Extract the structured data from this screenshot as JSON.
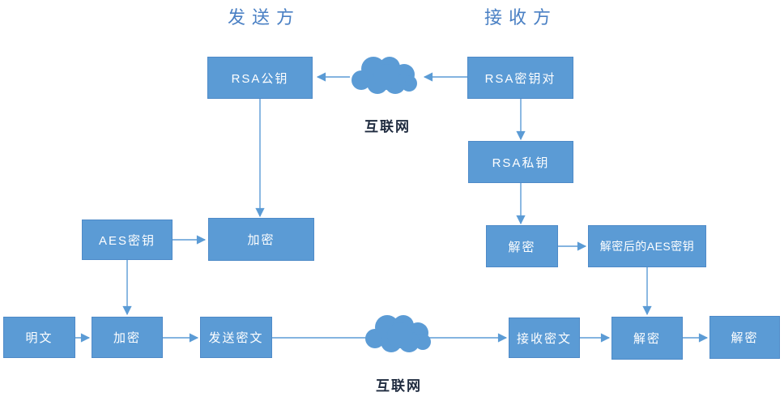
{
  "diagram": {
    "titles": {
      "sender": "发送方",
      "receiver": "接收方"
    },
    "clouds": {
      "top_label": "互联网",
      "bottom_label": "互联网"
    },
    "nodes": {
      "rsa_public_key": "RSA公钥",
      "rsa_key_pair": "RSA密钥对",
      "rsa_private_key": "RSA私钥",
      "aes_key": "AES密钥",
      "encrypt_mid": "加密",
      "decrypt_mid": "解密",
      "decrypted_aes_key": "解密后的AES密钥",
      "plaintext": "明文",
      "encrypt_bottom": "加密",
      "send_ciphertext": "发送密文",
      "receive_ciphertext": "接收密文",
      "decrypt_bottom_1": "解密",
      "decrypt_bottom_2": "解密"
    },
    "colors": {
      "background": "#ffffff",
      "node_fill": "#5b9bd5",
      "node_border": "#4e8ac8",
      "node_text": "#ffffff",
      "arrow": "#5b9bd5",
      "title_text": "#4a80c4",
      "internet_label": "#1f2b3f"
    }
  }
}
